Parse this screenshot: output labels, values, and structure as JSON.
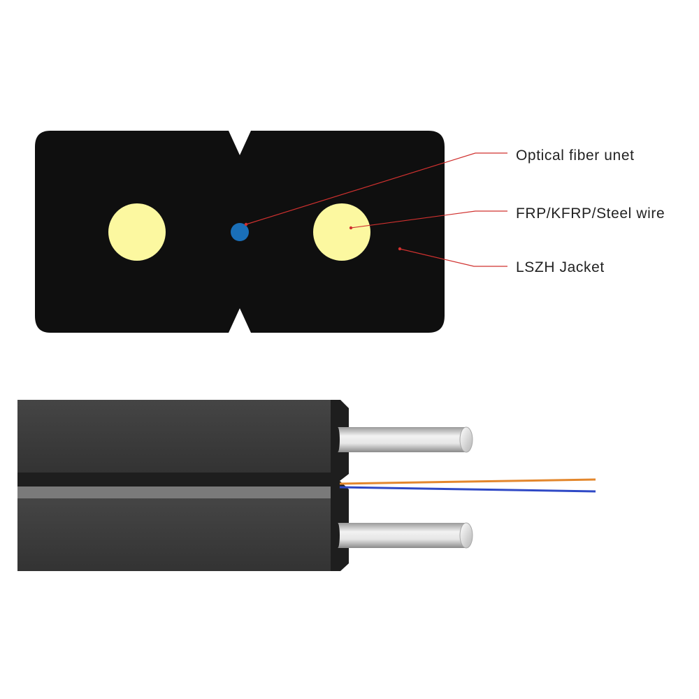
{
  "colors": {
    "jacket": "#0f0f0f",
    "strength_member": "#fcf8a0",
    "fiber_unit": "#1a6fb8",
    "leader_line": "#d0312f",
    "label_text": "#222222",
    "side_jacket_top": "#404040",
    "side_jacket_dark": "#1e1e1e",
    "side_groove": "#7a7a7a",
    "fiber_orange": "#e3872d",
    "fiber_blue": "#2f49c6",
    "wire_silver": "#dcdcdc"
  },
  "labels": {
    "fiber_unit": "Optical fiber unet",
    "strength_member": "FRP/KFRP/Steel wire",
    "jacket": "LSZH Jacket"
  }
}
